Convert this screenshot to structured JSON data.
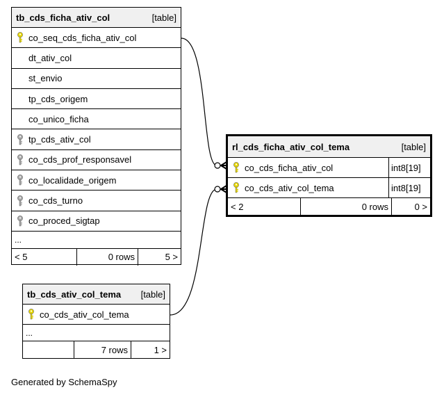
{
  "tables": {
    "ficha": {
      "name": "tb_cds_ficha_ativ_col",
      "type": "[table]",
      "columns": [
        {
          "name": "co_seq_cds_ficha_ativ_col",
          "key": "primary"
        },
        {
          "name": "dt_ativ_col",
          "key": "none"
        },
        {
          "name": "st_envio",
          "key": "none"
        },
        {
          "name": "tp_cds_origem",
          "key": "none"
        },
        {
          "name": "co_unico_ficha",
          "key": "none"
        },
        {
          "name": "tp_cds_ativ_col",
          "key": "foreign"
        },
        {
          "name": "co_cds_prof_responsavel",
          "key": "foreign"
        },
        {
          "name": "co_localidade_origem",
          "key": "foreign"
        },
        {
          "name": "co_cds_turno",
          "key": "foreign"
        },
        {
          "name": "co_proced_sigtap",
          "key": "foreign"
        }
      ],
      "ellipsis": "...",
      "footer": {
        "parents": "< 5",
        "rows": "0 rows",
        "children": "5 >"
      }
    },
    "tema": {
      "name": "tb_cds_ativ_col_tema",
      "type": "[table]",
      "columns": [
        {
          "name": "co_cds_ativ_col_tema",
          "key": "primary"
        }
      ],
      "ellipsis": "...",
      "footer": {
        "parents": "",
        "rows": "7 rows",
        "children": "1 >"
      }
    },
    "rl": {
      "name": "rl_cds_ficha_ativ_col_tema",
      "type": "[table]",
      "columns": [
        {
          "name": "co_cds_ficha_ativ_col",
          "key": "primary",
          "datatype": "int8[19]"
        },
        {
          "name": "co_cds_ativ_col_tema",
          "key": "primary",
          "datatype": "int8[19]"
        }
      ],
      "footer": {
        "parents": "< 2",
        "rows": "0 rows",
        "children": "0 >"
      }
    }
  },
  "colors": {
    "primary_key": "#e8d800",
    "foreign_key": "#a8a8a8",
    "header_bg": "#f0f0f0"
  },
  "generated_by": "Generated by SchemaSpy"
}
